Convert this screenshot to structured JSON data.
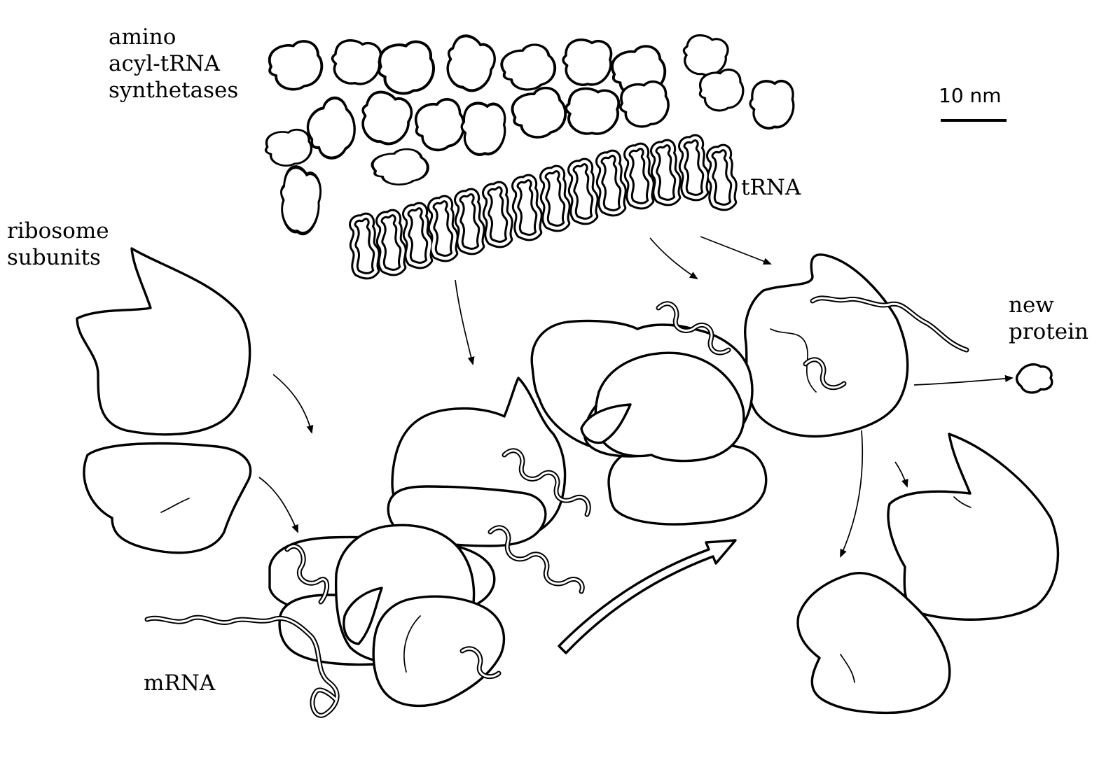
{
  "labels": {
    "synthetases": [
      "amino",
      "acyl-tRNA",
      "synthetases"
    ],
    "trna": "tRNA",
    "ribosome": [
      "ribosome",
      "subunits"
    ],
    "new_protein": [
      "new",
      "protein"
    ],
    "mrna": "mRNA",
    "scale": "10 nm"
  },
  "colors": {
    "ink": "#000000",
    "paper": "#ffffff"
  }
}
